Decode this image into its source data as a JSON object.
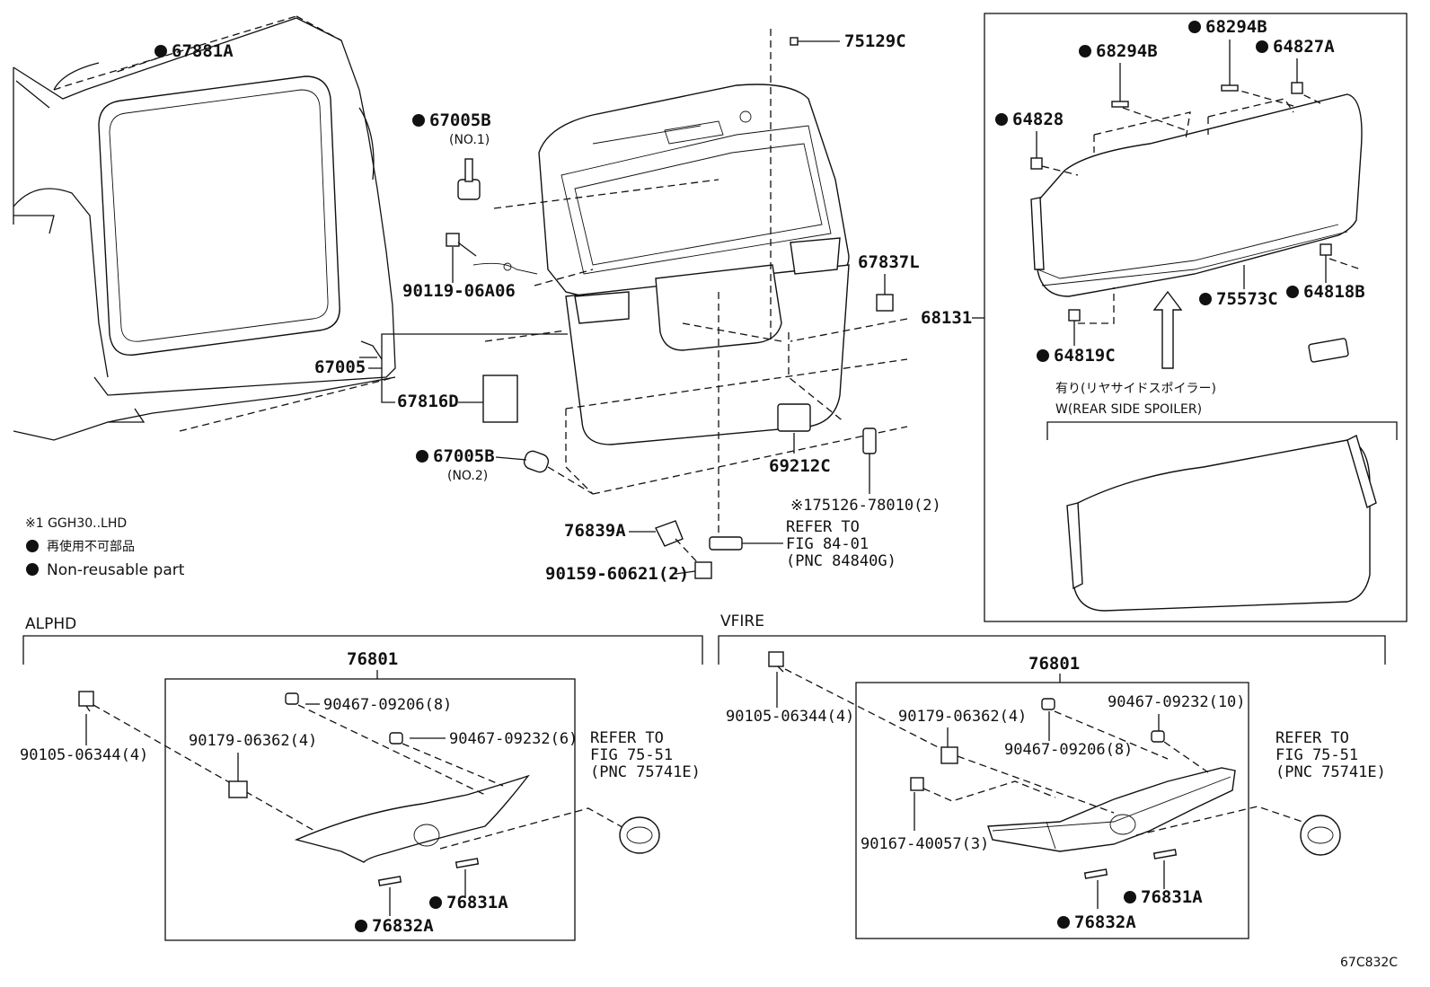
{
  "labels": {
    "p67881A": "67881A",
    "p67005B_1": "67005B",
    "no1": "(NO.1)",
    "p90119": "90119-06A06",
    "p67005": "67005",
    "p67816D": "67816D",
    "p67005B_2": "67005B",
    "no2": "(NO.2)",
    "p75129C": "75129C",
    "p67837L": "67837L",
    "p68131": "68131",
    "p69212C": "69212C",
    "p175126": "※175126-78010(2)",
    "p76839A": "76839A",
    "p90159": "90159-60621(2)",
    "refer1_line1": "REFER TO",
    "refer1_line2": "FIG 84-01",
    "refer1_line3": "(PNC 84840G)",
    "p68294B_a": "68294B",
    "p68294B_b": "68294B",
    "p64827A": "64827A",
    "p64828": "64828",
    "p75573C": "75573C",
    "p64818B": "64818B",
    "p64819C": "64819C",
    "spoiler_jp": "有り(リヤサイドスポイラー)",
    "spoiler_en": "W(REAR SIDE SPOILER)"
  },
  "legend": {
    "note": "※1 GGH30..LHD",
    "jp": "再使用不可部品",
    "en": "Non-reusable part"
  },
  "alphd": {
    "title": "ALPHD",
    "assy": "76801",
    "bolt": "90105-06344(4)",
    "clip1": "90467-09206(8)",
    "clip2": "90467-09232(6)",
    "nut": "90179-06362(4)",
    "refer_l1": "REFER TO",
    "refer_l2": "FIG 75-51",
    "refer_l3": "(PNC 75741E)",
    "p76831A": "76831A",
    "p76832A": "76832A"
  },
  "vfire": {
    "title": "VFIRE",
    "assy": "76801",
    "bolt": "90105-06344(4)",
    "nut": "90179-06362(4)",
    "clip1": "90467-09206(8)",
    "clip2": "90467-09232(10)",
    "screw": "90167-40057(3)",
    "refer_l1": "REFER TO",
    "refer_l2": "FIG 75-51",
    "refer_l3": "(PNC 75741E)",
    "p76831A": "76831A",
    "p76832A": "76832A"
  },
  "figure_code": "67C832C"
}
